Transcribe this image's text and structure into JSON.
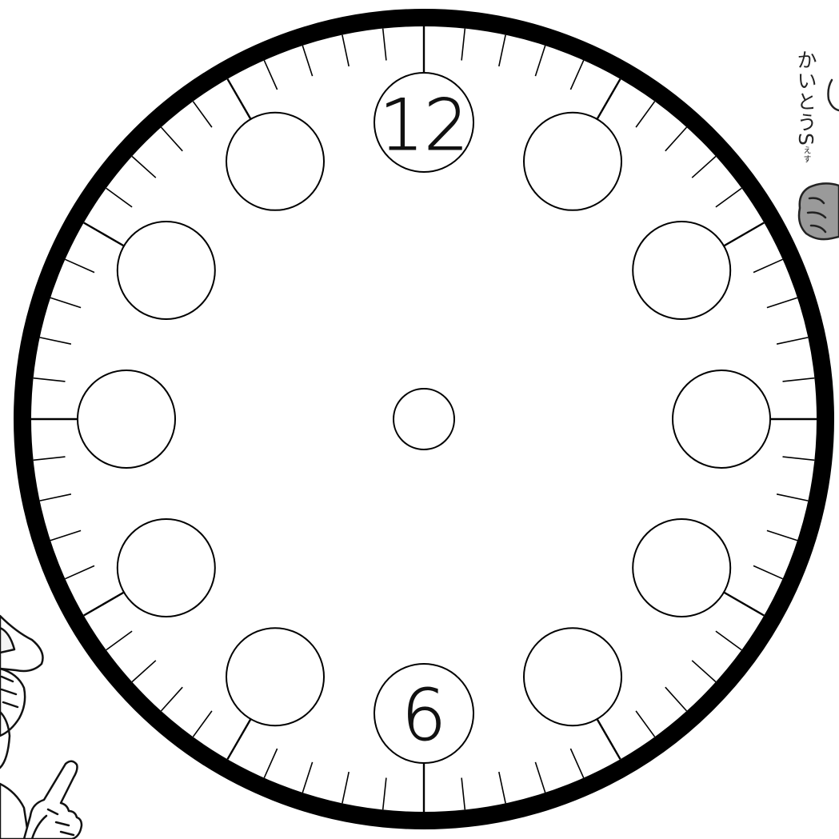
{
  "worksheet": {
    "title_main": "かいとうS",
    "title_ruby": "えす",
    "border_color": "#000000"
  },
  "clock": {
    "numerals": {
      "top": "12",
      "bottom": "6"
    },
    "blank_number_circles": 10,
    "minute_ticks": 60,
    "hand_pivot": true
  },
  "decorations": {
    "cartoon_detective": "detective-cartoon-icon",
    "pointing_hand": "pointing-hand-icon",
    "gray_fist": "fist-icon"
  }
}
